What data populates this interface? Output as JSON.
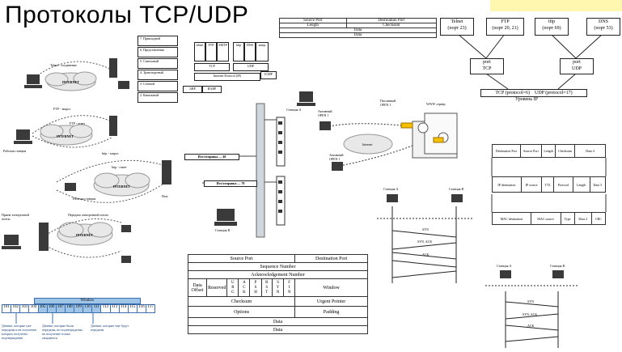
{
  "title": "Протоколы TCP/UDP",
  "udp_header": {
    "row1": [
      "Source Port",
      "Destination Port"
    ],
    "row2": [
      "Length",
      "Checksum"
    ],
    "row3": "Data",
    "row4": "Data"
  },
  "osi_layers": [
    "7. Прикладной",
    "6. Представления",
    "5. Сеансовый",
    "4. Транспортный",
    "3. Сетевой",
    "2. Канальный"
  ],
  "tcpip_stack": {
    "apps": [
      "telnet",
      "FTP",
      "SMTP",
      "http",
      "DNS",
      "snmp"
    ],
    "tcp": "TCP",
    "udp": "UDP",
    "ip": "Internet Protocol (IP)",
    "icmp": "ICMP",
    "bottom": [
      "ARP",
      "RARP"
    ]
  },
  "scenarios": {
    "telnet_label": "Telnet - соединение",
    "ftp_label": "FTP - запрос",
    "ftp_reply": "FTP - ответ",
    "http_label": "http - запрос",
    "http_reply": "http - ответ",
    "internet": "INTERNET",
    "workstation": "Рабочая станция",
    "host": "Host",
    "mail": "Прием электронной почты",
    "mail_send": "Передача электронной почты"
  },
  "ports": [
    {
      "name": "Telnet",
      "port": "(порт 23)"
    },
    {
      "name": "FTP",
      "port": "(порт 20, 21)"
    },
    {
      "name": "tftp",
      "port": "(порт 69)"
    },
    {
      "name": "DNS",
      "port": "(порт 53)"
    }
  ],
  "port_boxes": [
    {
      "line1": "port",
      "line2": "TCP"
    },
    {
      "line1": "port",
      "line2": "UDP"
    }
  ],
  "ip_layer": {
    "tcp": "TCP (protocol=6)",
    "udp": "UDP (protocol=17)",
    "label": "Уровень IP"
  },
  "network": {
    "station_a": "Станция A",
    "station_b": "Станция B",
    "outgoing_40": "Исх/отправка — 40",
    "outgoing_70": "Исх/отправка — 70",
    "active_open1": "Активный OPEN 1",
    "active_open2": "Активный OPEN 1",
    "passive": "Пассивный OPEN 1",
    "router": "WWW сервер",
    "internet": "Internet"
  },
  "frames": {
    "tcp_row": [
      "Destination Port",
      "Source Port",
      "Length",
      "Checksum",
      "Data 4"
    ],
    "ip_row": [
      "IP destination",
      "IP source",
      "TTL",
      "Protocol",
      "Length",
      "Data 3"
    ],
    "mac_row": [
      "MAC destination",
      "MAC source",
      "Type",
      "Data 2",
      "CRC"
    ]
  },
  "handshake": {
    "station_a": "Станция А",
    "station_b": "Станция B",
    "syn": "SYN",
    "ack": "ACK",
    "syn_ack": "SYN, ACK"
  },
  "tcp_header": {
    "source_port": "Source Port",
    "destination_port": "Destination Port",
    "sequence": "Sequence Number",
    "ack": "Acknowledgement Number",
    "data_offset": "Data Offset",
    "reserved": "Reserved",
    "flags": [
      [
        "U",
        "R",
        "G"
      ],
      [
        "A",
        "C",
        "K"
      ],
      [
        "P",
        "S",
        "H"
      ],
      [
        "R",
        "S",
        "T"
      ],
      [
        "S",
        "Y",
        "N"
      ],
      [
        "F",
        "I",
        "N"
      ]
    ],
    "window": "Window",
    "checksum": "Checksum",
    "urgent": "Urgent Pointer",
    "options": "Options",
    "padding": "Padding",
    "data1": "Data",
    "data2": "Data"
  },
  "window_diagram": {
    "title": "Window",
    "cells": [
      "101",
      "102",
      "103",
      "104",
      "105",
      "106",
      "107",
      "108",
      "109",
      "110",
      "111",
      "112",
      "113",
      "114",
      "115",
      "116",
      "117"
    ],
    "note1": "Данные, которые уже переданы и на получение которых получены подтверждения",
    "note2": "Данные, которые были переданы, но подтверждения на получение только ожидаются",
    "note3": "Данные, которые еще будут переданы"
  },
  "colors": {
    "highlight": "#fff7b0",
    "cloud": "#e8e8e8",
    "window_bar": "#9ec5e8",
    "line": "#222222"
  }
}
